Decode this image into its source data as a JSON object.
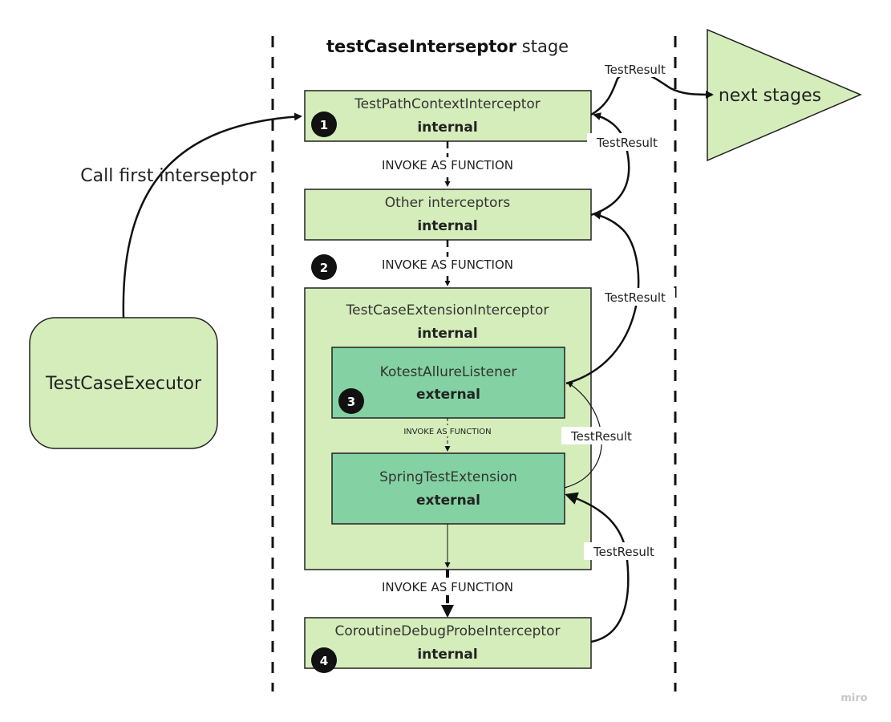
{
  "diagram": {
    "title_bold": "testCaseInterseptor",
    "title_rest": " stage",
    "executor_label": "TestCaseExecutor",
    "call_label": "Call first interseptor",
    "next_stages_label": "next stages",
    "boxes": {
      "path_context": {
        "name": "TestPathContextInterceptor",
        "kind": "internal",
        "badge": "1"
      },
      "other": {
        "name": "Other interceptors",
        "kind": "internal"
      },
      "extension": {
        "name": "TestCaseExtensionInterceptor",
        "kind": "internal"
      },
      "allure": {
        "name": "KotestAllureListener",
        "kind": "external",
        "badge": "3"
      },
      "spring": {
        "name": "SpringTestExtension",
        "kind": "external"
      },
      "coroutine": {
        "name": "CoroutineDebugProbeInterceptor",
        "kind": "internal",
        "badge": "4"
      }
    },
    "badge_2": "2",
    "invoke_label": "INVOKE AS FUNCTION",
    "result_label": "TestResult",
    "watermark": "miro",
    "colors": {
      "box_light": "#d5edbb",
      "box_dark": "#84d2a3",
      "stroke": "#222222",
      "badge": "#111111"
    }
  }
}
